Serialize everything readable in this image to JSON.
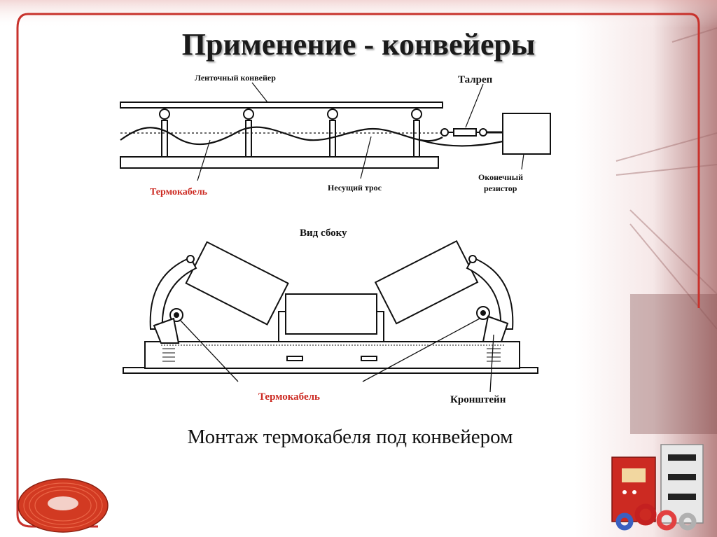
{
  "title": "Применение - конвейеры",
  "top_diagram": {
    "label_belt": "Ленточный конвейер",
    "label_turnbuckle": "Талреп",
    "label_thermocable": "Термокабель",
    "label_carrier_rope": "Несущий трос",
    "label_end_resistor_line1": "Оконечный",
    "label_end_resistor_line2": "резистор"
  },
  "side_diagram": {
    "heading": "Вид сбоку",
    "label_thermocable": "Термокабель",
    "label_bracket": "Кронштейн"
  },
  "caption": "Монтаж термокабеля под конвейером",
  "colors": {
    "accent_red": "#cc2a22",
    "frame_red": "#c8322c",
    "text_dark": "#1a1a1a"
  }
}
